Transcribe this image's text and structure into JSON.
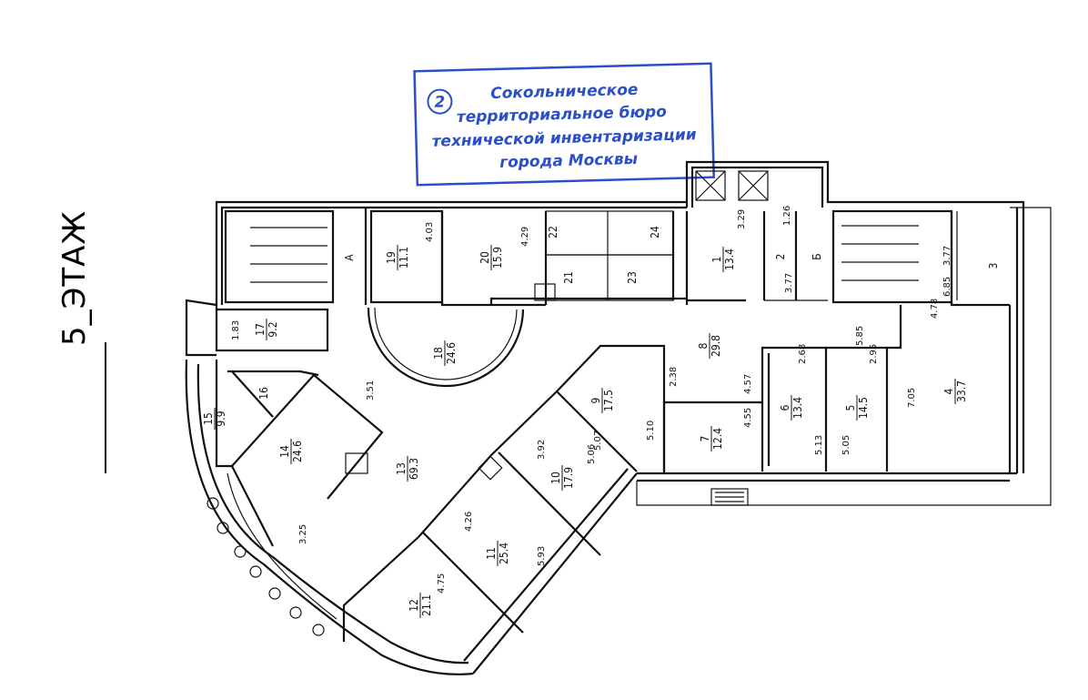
{
  "floor_title": "5_ЭТАЖ",
  "stamp": {
    "number": "2",
    "lines": [
      "Сокольническое",
      "территориальное бюро",
      "технической инвентаризации",
      "города Москвы"
    ],
    "color": "#2a4fc9"
  },
  "rooms": [
    {
      "num": "1",
      "area": "13.4"
    },
    {
      "num": "2",
      "area": ""
    },
    {
      "num": "3",
      "area": ""
    },
    {
      "num": "4",
      "area": "33.7"
    },
    {
      "num": "5",
      "area": "14.5"
    },
    {
      "num": "6",
      "area": "13.4"
    },
    {
      "num": "7",
      "area": "12.4"
    },
    {
      "num": "8",
      "area": "29.8"
    },
    {
      "num": "9",
      "area": "17.5"
    },
    {
      "num": "10",
      "area": "17.9"
    },
    {
      "num": "11",
      "area": "25.4"
    },
    {
      "num": "12",
      "area": "21.1"
    },
    {
      "num": "13",
      "area": "69.3"
    },
    {
      "num": "14",
      "area": "24.6"
    },
    {
      "num": "15",
      "area": "9.9"
    },
    {
      "num": "16",
      "area": ""
    },
    {
      "num": "17",
      "area": "9.2"
    },
    {
      "num": "18",
      "area": "24.6"
    },
    {
      "num": "19",
      "area": "11.1"
    },
    {
      "num": "20",
      "area": "15.9"
    },
    {
      "num": "21",
      "area": ""
    },
    {
      "num": "22",
      "area": ""
    },
    {
      "num": "23",
      "area": ""
    },
    {
      "num": "24",
      "area": ""
    }
  ],
  "stair_labels": {
    "a": "А",
    "b": "Б"
  },
  "dimensions": {
    "d403": "4.03",
    "d429": "4.29",
    "d329": "3.29",
    "d126": "1.26",
    "d377a": "3.77",
    "d377b": "3.77",
    "d685": "6.85",
    "d478": "4.78",
    "d183": "1.83",
    "d351": "3.51",
    "d585": "5.85",
    "d268": "2.68",
    "d295": "2.95",
    "d705": "7.05",
    "d238": "2.38",
    "d457": "4.57",
    "d455": "4.55",
    "d510": "5.10",
    "d513": "5.13",
    "d505": "5.05",
    "d392": "3.92",
    "d507": "5.07",
    "d506": "5.06",
    "d426": "4.26",
    "d593": "5.93",
    "d475": "4.75",
    "d325": "3.25"
  }
}
